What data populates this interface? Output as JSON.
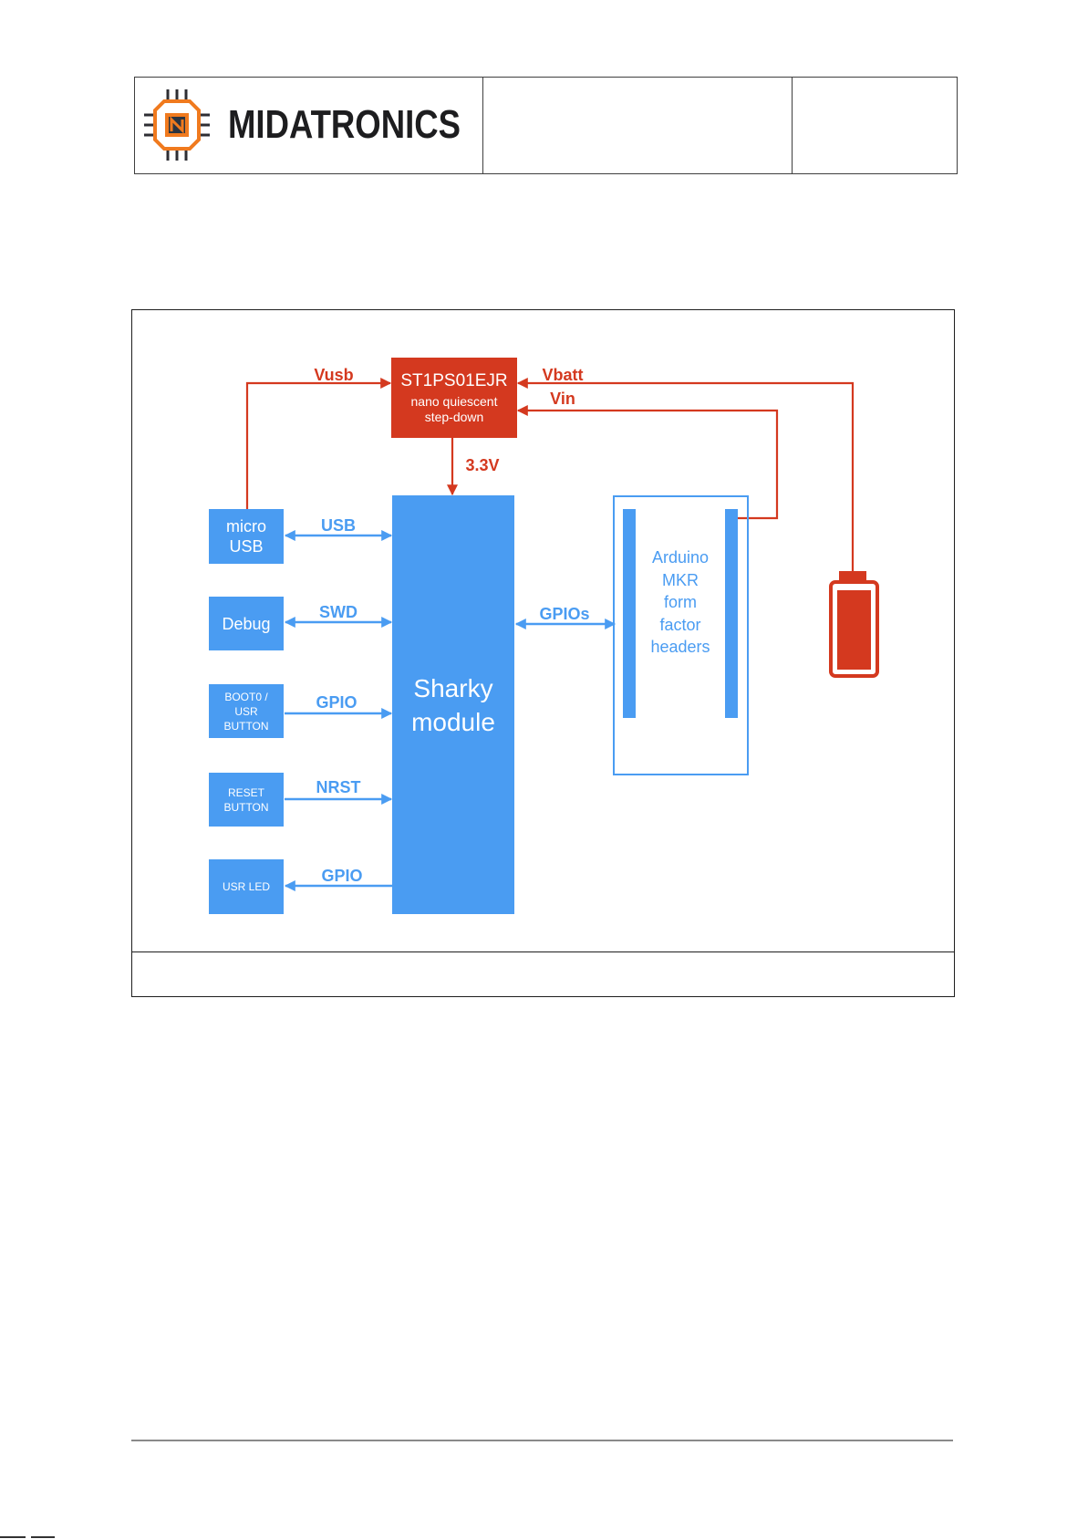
{
  "header": {
    "logo_text": "MIDATRONICS",
    "logo_icon": "chip-logo-icon"
  },
  "diagram": {
    "power_ic": {
      "name": "ST1PS01EJR",
      "desc_line1": "nano quiescent",
      "desc_line2": "step-down"
    },
    "main_module": {
      "line1": "Sharky",
      "line2": "module"
    },
    "left_blocks": {
      "micro_usb": [
        "micro",
        "USB"
      ],
      "debug": [
        "Debug"
      ],
      "boot0_usr_button": [
        "BOOT0 /",
        "USR",
        "BUTTON"
      ],
      "reset_button": [
        "RESET",
        "BUTTON"
      ],
      "usr_led": [
        "USR LED"
      ]
    },
    "headers_block": [
      "Arduino",
      "MKR",
      "form",
      "factor",
      "headers"
    ],
    "signals": {
      "vusb": "Vusb",
      "vbatt": "Vbatt",
      "vin": "Vin",
      "v33": "3.3V",
      "usb": "USB",
      "swd": "SWD",
      "gpio_button": "GPIO",
      "nrst": "NRST",
      "gpio_led": "GPIO",
      "gpios": "GPIOs"
    },
    "battery_icon": "battery-icon"
  },
  "colors": {
    "power": "#d4391f",
    "signal": "#4a9cf2",
    "logo_accent": "#f07a1e"
  }
}
